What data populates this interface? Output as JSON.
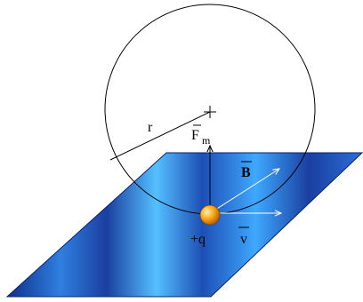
{
  "labels": {
    "radius": "r",
    "force": "F",
    "force_subscript": "m",
    "field": "B",
    "velocity": "v",
    "charge": "+q"
  },
  "colors": {
    "plane_dark": "#1a3fa0",
    "plane_light": "#3ea8ff",
    "charge_outer": "#d97a00",
    "charge_inner": "#ffd27a",
    "line": "#000000",
    "arrow_on_plane": "#ffffff"
  },
  "icons": {
    "center_marker": "plus-icon"
  }
}
